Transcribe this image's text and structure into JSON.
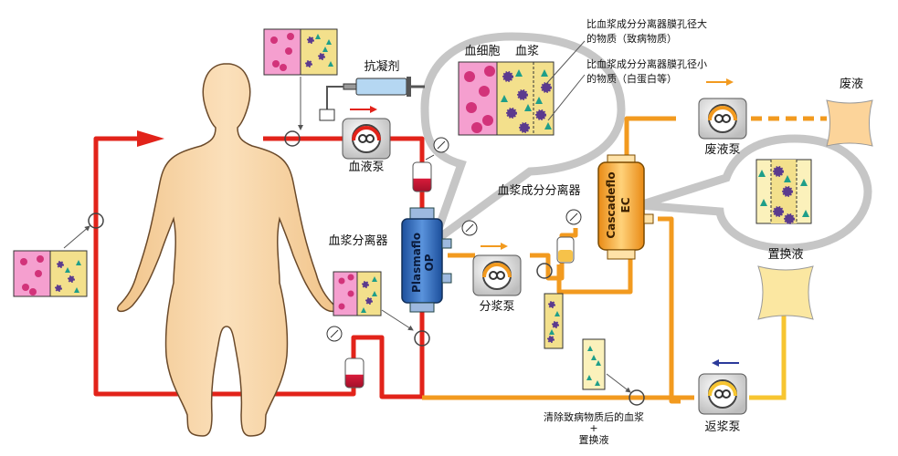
{
  "labels": {
    "blood_pump": "血液泵",
    "anticoagulant": "抗凝剂",
    "blood_cells": "血细胞",
    "plasma": "血浆",
    "large_molecules_line1": "比血浆成分分离器膜孔径大",
    "large_molecules_line2": "的物质（致病物质）",
    "small_molecules_line1": "比血浆成分分离器膜孔径小",
    "small_molecules_line2": "的物质（白蛋白等）",
    "waste_liquid": "废液",
    "waste_pump": "废液泵",
    "plasma_component_separator": "血浆成分分离器",
    "plasma_separator": "血浆分离器",
    "plasma_separation_pump": "分浆泵",
    "replacement_fluid": "置换液",
    "return_pump": "返浆泵",
    "cleaned_plasma_line1": "清除致病物质后的血浆",
    "cleaned_plasma_plus": "+",
    "cleaned_plasma_line2": "置换液",
    "plasmaflo_line1": "Plasmaflo",
    "plasmaflo_line2": "OP",
    "cascadeflo_line1": "Cascadeflo",
    "cascadeflo_line2": "EC"
  },
  "colors": {
    "blood_line": "#e2231a",
    "plasma_line": "#f29a1f",
    "return_line": "#f7c531",
    "skin": "#f5d3a6",
    "blood_cell_bg": "#f59fcf",
    "plasma_bg": "#f3e08c",
    "cell": "#d2337a",
    "pathogen": "#5b3a8e",
    "albumin": "#1f9e89",
    "separator_blue": "#2f6fc0",
    "cascade_orange": "#f4a733",
    "fluid_bag": "#fbe7a1",
    "bubble": "#c9c9c9"
  }
}
